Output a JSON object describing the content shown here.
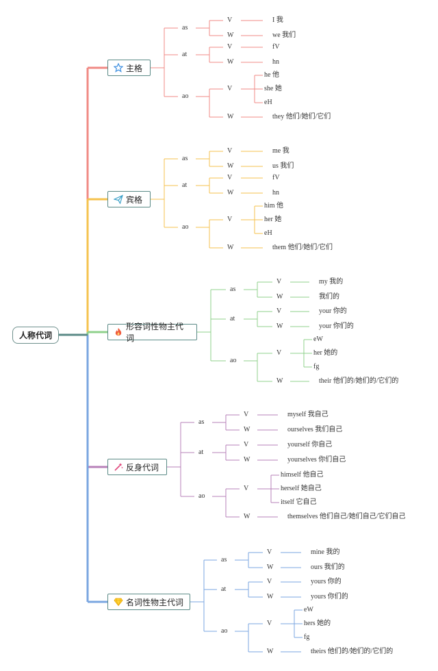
{
  "root": "人称代词",
  "colors": {
    "b1": "#f08a84",
    "b2": "#f5c24d",
    "b3": "#8fd18b",
    "b4": "#b780b8",
    "b5": "#7aa6e0"
  },
  "branches": [
    {
      "label": "主格",
      "icon": "star-icon",
      "color": "#f08a84",
      "groups": [
        {
          "label": "as",
          "items": [
            {
              "k": "V",
              "v": "I 我"
            },
            {
              "k": "W",
              "v": "we 我们"
            }
          ]
        },
        {
          "label": "at",
          "items": [
            {
              "k": "V",
              "v": "fV"
            },
            {
              "k": "W",
              "v": "hn"
            }
          ]
        },
        {
          "label": "ao",
          "items": [
            {
              "k": "V",
              "vs": [
                "he 他",
                "she 她",
                "eH"
              ]
            },
            {
              "k": "W",
              "v": "they 他们/她们/它们"
            }
          ]
        }
      ]
    },
    {
      "label": "宾格",
      "icon": "paper-plane-icon",
      "color": "#f5c24d",
      "groups": [
        {
          "label": "as",
          "items": [
            {
              "k": "V",
              "v": "me 我"
            },
            {
              "k": "W",
              "v": "us 我们"
            }
          ]
        },
        {
          "label": "at",
          "items": [
            {
              "k": "V",
              "v": "fV"
            },
            {
              "k": "W",
              "v": "hn"
            }
          ]
        },
        {
          "label": "ao",
          "items": [
            {
              "k": "V",
              "vs": [
                "him 他",
                "her 她",
                "eH"
              ]
            },
            {
              "k": "W",
              "v": "them 他们/她们/它们"
            }
          ]
        }
      ]
    },
    {
      "label": "形容词性物主代词",
      "icon": "flame-icon",
      "color": "#8fd18b",
      "groups": [
        {
          "label": "as",
          "items": [
            {
              "k": "V",
              "v": "my 我的"
            },
            {
              "k": "W",
              "v": "我们的"
            }
          ]
        },
        {
          "label": "at",
          "items": [
            {
              "k": "V",
              "v": "your 你的"
            },
            {
              "k": "W",
              "v": "your 你们的"
            }
          ]
        },
        {
          "label": "ao",
          "items": [
            {
              "k": "V",
              "vs": [
                "eW",
                "her 她的",
                "fg"
              ]
            },
            {
              "k": "W",
              "v": "their 他们的/她们的/它们的"
            }
          ]
        }
      ]
    },
    {
      "label": "反身代词",
      "icon": "magic-wand-icon",
      "color": "#b780b8",
      "groups": [
        {
          "label": "as",
          "items": [
            {
              "k": "V",
              "v": "myself 我自己"
            },
            {
              "k": "W",
              "v": "ourselves 我们自己"
            }
          ]
        },
        {
          "label": "at",
          "items": [
            {
              "k": "V",
              "v": "yourself 你自己"
            },
            {
              "k": "W",
              "v": "yourselves 你们自己"
            }
          ]
        },
        {
          "label": "ao",
          "items": [
            {
              "k": "V",
              "vs": [
                "himself 他自己",
                "herself 她自己",
                "itself 它自己"
              ]
            },
            {
              "k": "W",
              "v": "themselves 他们自己/她们自己/它们自己"
            }
          ]
        }
      ]
    },
    {
      "label": "名词性物主代词",
      "icon": "diamond-icon",
      "color": "#7aa6e0",
      "groups": [
        {
          "label": "as",
          "items": [
            {
              "k": "V",
              "v": "mine 我的"
            },
            {
              "k": "W",
              "v": "ours 我们的"
            }
          ]
        },
        {
          "label": "at",
          "items": [
            {
              "k": "V",
              "v": "yours 你的"
            },
            {
              "k": "W",
              "v": "yours 你们的"
            }
          ]
        },
        {
          "label": "ao",
          "items": [
            {
              "k": "V",
              "vs": [
                "eW",
                "hers 她的",
                "fg"
              ]
            },
            {
              "k": "W",
              "v": "theirs 他们的/她们的/它们的"
            }
          ]
        }
      ]
    }
  ]
}
